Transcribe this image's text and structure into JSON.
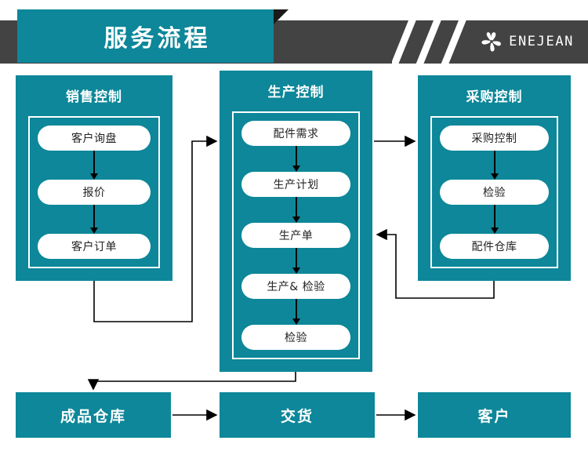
{
  "header": {
    "banner_title": "服务流程",
    "brand_name": "ENEJEAN",
    "brand_mark_icon": "flower-pinwheel-icon",
    "stripes_icon": "diagonal-stripes-icon",
    "bar_color": "#434343",
    "accent_color": "#0d8799",
    "fold_color": "#1a1a1a"
  },
  "groups": [
    {
      "id": "sales",
      "title": "销售控制",
      "steps": [
        "客户询盘",
        "报价",
        "客户订单"
      ]
    },
    {
      "id": "production",
      "title": "生产控制",
      "steps": [
        "配件需求",
        "生产计划",
        "生产单",
        "生产& 检验",
        "检验"
      ]
    },
    {
      "id": "purchase",
      "title": "采购控制",
      "steps": [
        "采购控制",
        "检验",
        "配件仓库"
      ]
    }
  ],
  "bottom_row": [
    {
      "id": "warehouse",
      "label": "成品仓库"
    },
    {
      "id": "delivery",
      "label": "交货"
    },
    {
      "id": "customer",
      "label": "客户"
    }
  ],
  "connectors": [
    {
      "id": "sales-to-production",
      "from": "sales",
      "to": "production",
      "style": "elbow-up-right"
    },
    {
      "id": "production-to-purchase",
      "from": "production",
      "to": "purchase",
      "style": "straight-right"
    },
    {
      "id": "purchase-to-production",
      "from": "purchase",
      "to": "production",
      "style": "elbow-left-up"
    },
    {
      "id": "production-to-warehouse",
      "from": "production",
      "to": "warehouse",
      "style": "elbow-down-left"
    },
    {
      "id": "warehouse-to-delivery",
      "from": "warehouse",
      "to": "delivery",
      "style": "straight-right"
    },
    {
      "id": "delivery-to-customer",
      "from": "delivery",
      "to": "customer",
      "style": "straight-right"
    }
  ],
  "colors": {
    "teal": "#0d8799",
    "dark_gray": "#434343",
    "pill_bg": "#ffffff",
    "line": "#000000",
    "page_bg": "#ffffff"
  }
}
